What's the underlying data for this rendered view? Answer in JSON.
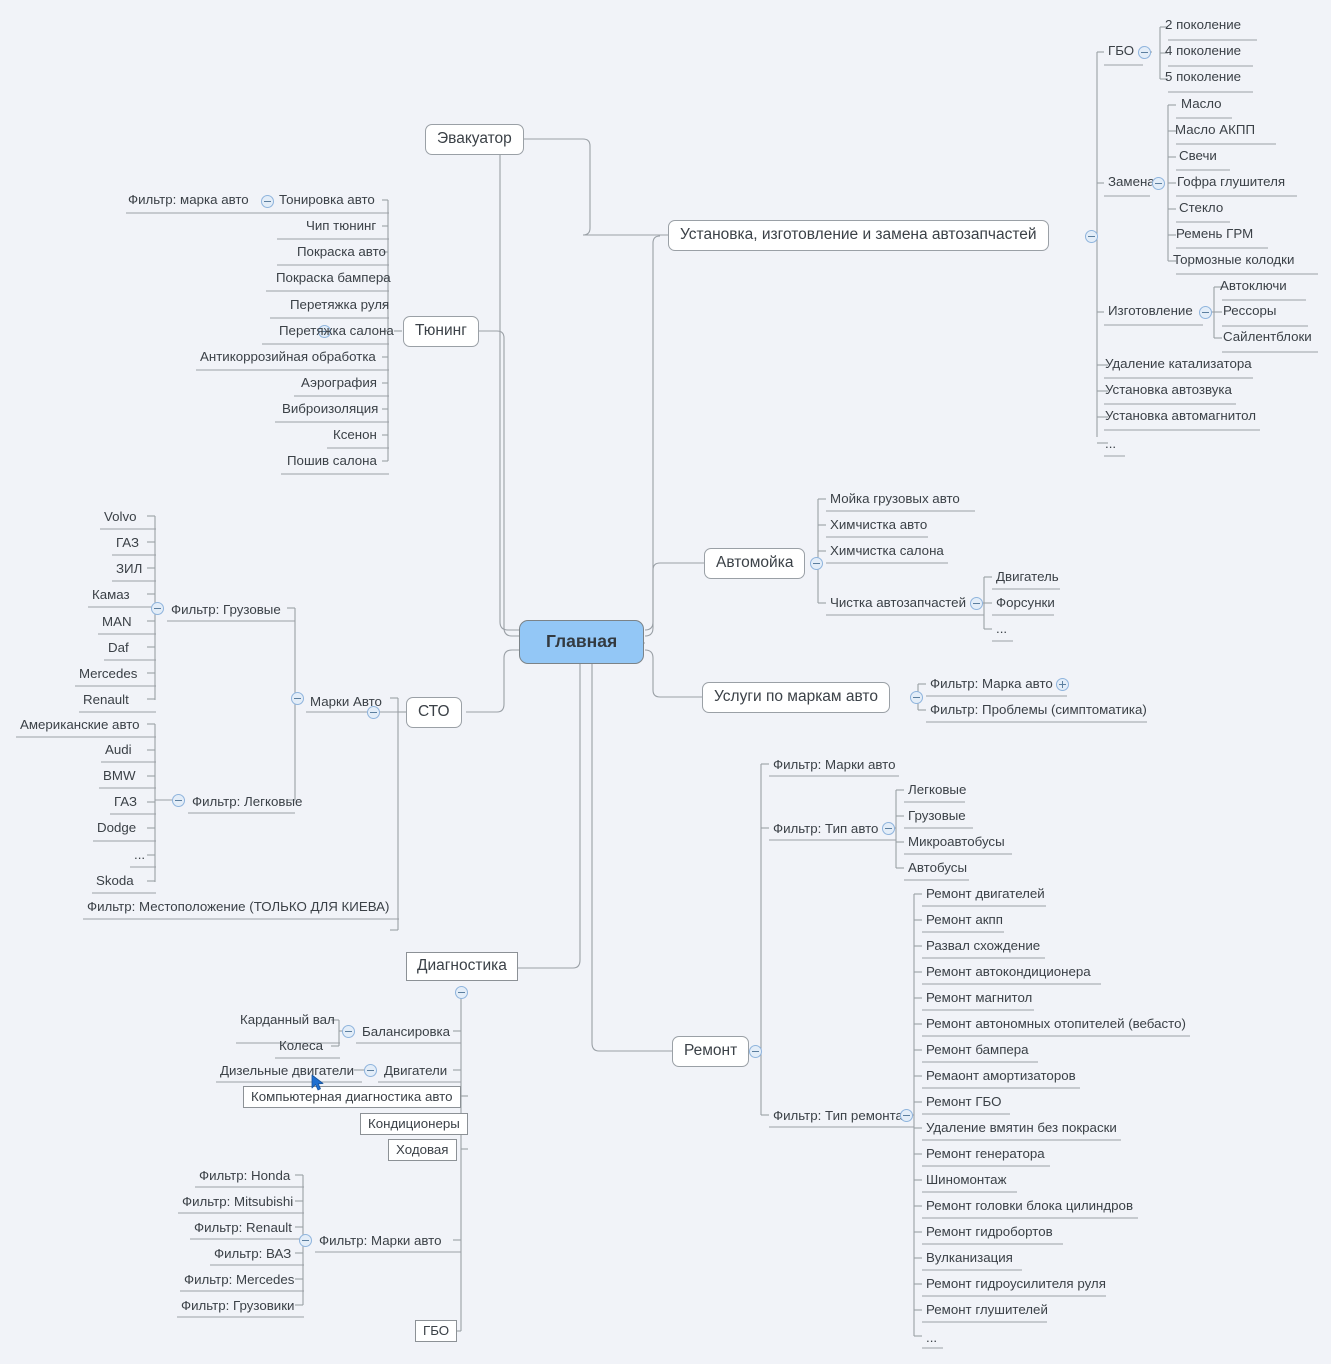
{
  "root": {
    "label": "Главная"
  },
  "branches": {
    "evacuator": {
      "label": "Эвакуатор"
    },
    "install": {
      "label": "Установка, изготовление и замена автозапчастей",
      "gbo": {
        "label": "ГБО",
        "children": [
          "2 поколение",
          "4 поколение",
          "5 поколение"
        ]
      },
      "zamena": {
        "label": "Замена",
        "children": [
          "Масло",
          "Масло АКПП",
          "Свечи",
          "Гофра глушителя",
          "Стекло",
          "Ремень ГРМ",
          "Тормозные колодки"
        ]
      },
      "izgotovlenie": {
        "label": "Изготовление",
        "children": [
          "Автоключи",
          "Рессоры",
          "Сайлентблоки"
        ]
      },
      "others": [
        "Удаление катализатора",
        "Установка автозвука",
        "Установка автомагнитол",
        "..."
      ]
    },
    "tuning": {
      "label": "Тюнинг",
      "filter": "Фильтр: марка авто",
      "children": [
        "Тонировка авто",
        "Чип тюнинг",
        "Покраска авто",
        "Покраска бампера",
        "Перетяжка руля",
        "Перетяжка салона",
        "Антикоррозийная обработка",
        "Аэрография",
        "Виброизоляция",
        "Ксенон",
        "Пошив салона"
      ]
    },
    "sto": {
      "label": "СТО",
      "marki": {
        "label": "Марки Авто"
      },
      "truck_filter": {
        "label": "Фильтр: Грузовые",
        "children": [
          "Volvo",
          "ГАЗ",
          "ЗИЛ",
          "Камаз",
          "MAN",
          "Daf",
          "Mercedes",
          "Renault"
        ]
      },
      "car_filter": {
        "label": "Фильтр: Легковые",
        "children": [
          "Американские авто",
          "Audi",
          "BMW",
          "ГАЗ",
          "Dodge",
          "...",
          "Skoda"
        ]
      },
      "location_filter": "Фильтр: Местоположение (ТОЛЬКО ДЛЯ КИЕВА)"
    },
    "carwash": {
      "label": "Автомойка",
      "children": [
        "Мойка грузовых авто",
        "Химчистка авто",
        "Химчистка салона"
      ],
      "cleaning": {
        "label": "Чистка автозапчастей",
        "children": [
          "Двигатель",
          "Форсунки",
          "..."
        ]
      }
    },
    "brand_services": {
      "label": "Услуги по маркам авто",
      "children": [
        "Фильтр: Марка авто",
        "Фильтр: Проблемы (симптоматика)"
      ]
    },
    "diagnostics": {
      "label": "Диагностика",
      "balance": {
        "label": "Балансировка",
        "children": [
          "Карданный вал",
          "Колеса"
        ]
      },
      "engines": {
        "label": "Двигатели",
        "children": [
          "Дизельные двигатели"
        ]
      },
      "boxed": [
        "Компьютерная диагностика авто",
        "Кондиционеры",
        "Ходовая"
      ],
      "brand_filter": {
        "label": "Фильтр: Марки авто",
        "children": [
          "Фильтр: Honda",
          "Фильтр: Mitsubishi",
          "Фильтр: Renault",
          "Фильтр: ВАЗ",
          "Фильтр: Mercedes",
          "Фильтр: Грузовики"
        ]
      },
      "gbo": "ГБО"
    },
    "repair": {
      "label": "Ремонт",
      "brand_filter": "Фильтр: Марки авто",
      "type_filter": {
        "label": "Фильтр: Тип авто",
        "children": [
          "Легковые",
          "Грузовые",
          "Микроавтобусы",
          "Автобусы"
        ]
      },
      "repair_type_filter": {
        "label": "Фильтр: Тип ремонта",
        "children": [
          "Ремонт двигателей",
          "Ремонт акпп",
          "Развал схождение",
          "Ремонт автокондиционера",
          "Ремонт магнитол",
          "Ремонт автономных отопителей (вебасто)",
          "Ремонт бампера",
          "Ремаонт амортизаторов",
          "Ремонт ГБО",
          "Удаление вмятин без покраски",
          "Ремонт генератора",
          "Шиномонтаж",
          "Ремонт головки блока цилиндров",
          "Ремонт гидробортов",
          "Вулканизация",
          "Ремонт гидроусилителя руля",
          "Ремонт глушителей",
          "..."
        ]
      }
    }
  },
  "colors": {
    "background": "#f1f3f8",
    "root_fill": "#93c7f6",
    "link": "#9aa0a6",
    "text": "#3b4147",
    "toggle": "#8fb4dd",
    "cursor": "#1f6fd0"
  }
}
